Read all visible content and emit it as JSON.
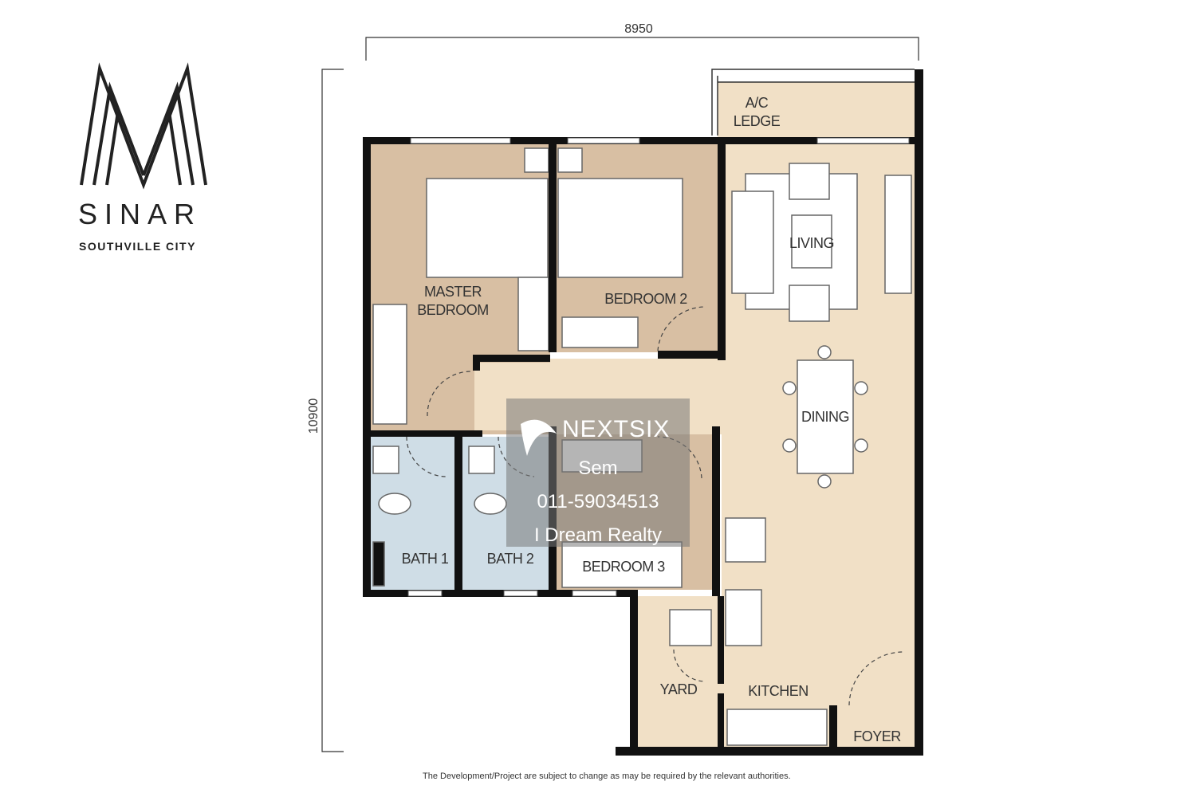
{
  "logo": {
    "letter": "M",
    "name": "SINAR",
    "subtitle": "SOUTHVILLE CITY"
  },
  "dimensions": {
    "width": "8950",
    "height": "10900"
  },
  "rooms": {
    "ac_ledge_1": "A/C",
    "ac_ledge_2": "LEDGE",
    "master_1": "MASTER",
    "master_2": "BEDROOM",
    "bedroom2": "BEDROOM 2",
    "bedroom3": "BEDROOM 3",
    "living": "LIVING",
    "dining": "DINING",
    "bath1": "BATH 1",
    "bath2": "BATH 2",
    "yard": "YARD",
    "kitchen": "KITCHEN",
    "foyer": "FOYER"
  },
  "colors": {
    "bedroom": "#d8bfa3",
    "common": "#f1e0c6",
    "bath": "#cfdde6",
    "wall": "#111111"
  },
  "watermark": {
    "brand": "NEXTSIX",
    "agent": "Sem",
    "phone": "011-59034513",
    "agency": "I Dream Realty"
  },
  "footer": "The Development/Project are subject to change as may be required by the relevant authorities."
}
